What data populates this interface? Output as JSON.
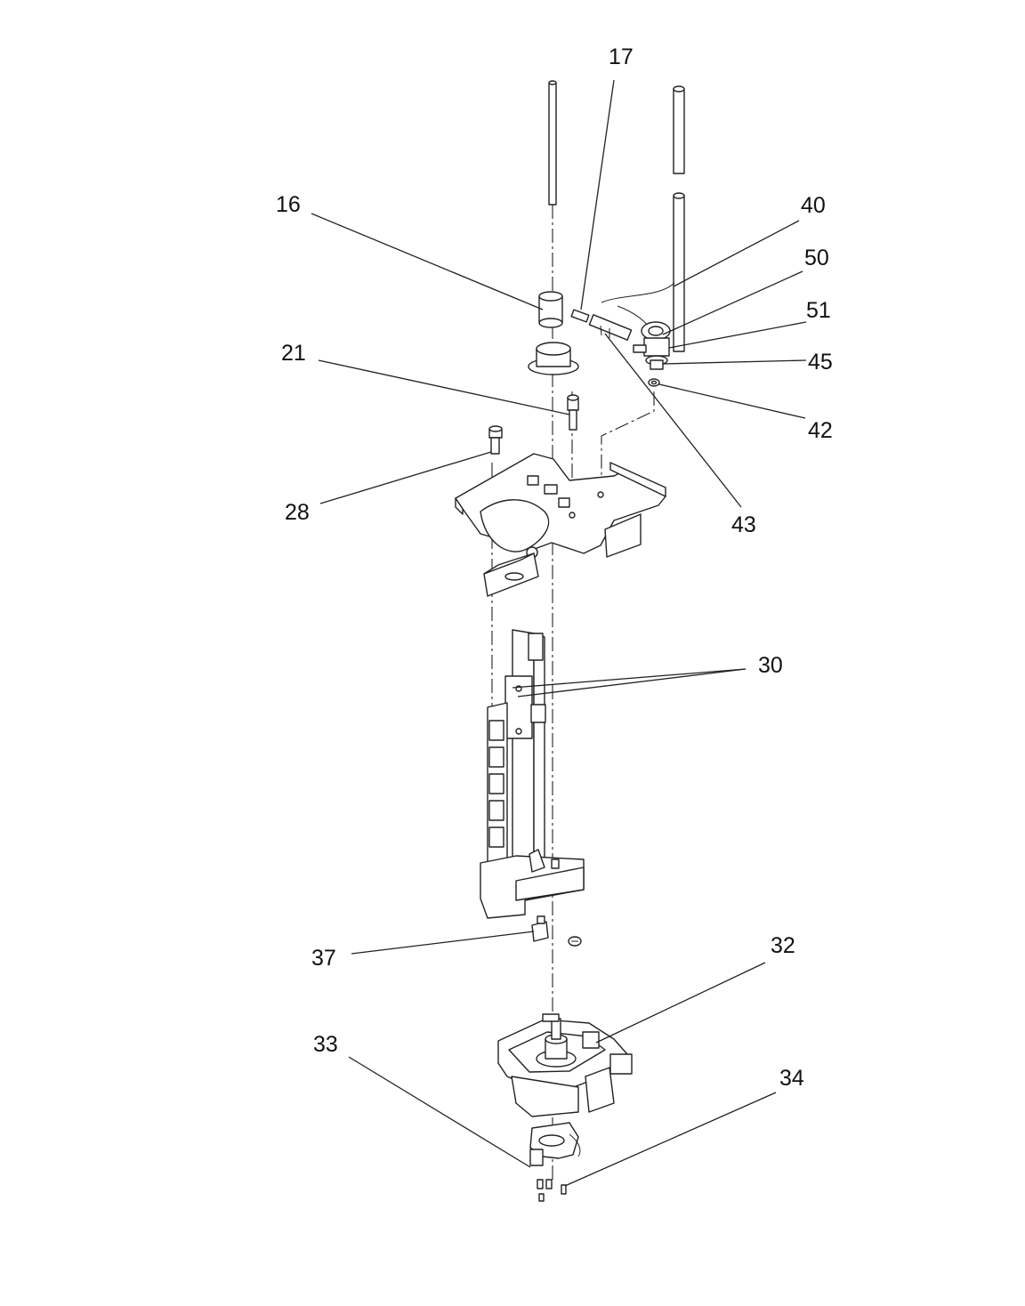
{
  "diagram": {
    "callouts": [
      {
        "id": "c17",
        "text": "17"
      },
      {
        "id": "c16",
        "text": "16"
      },
      {
        "id": "c40",
        "text": "40"
      },
      {
        "id": "c50",
        "text": "50"
      },
      {
        "id": "c51",
        "text": "51"
      },
      {
        "id": "c21",
        "text": "21"
      },
      {
        "id": "c45",
        "text": "45"
      },
      {
        "id": "c42",
        "text": "42"
      },
      {
        "id": "c28",
        "text": "28"
      },
      {
        "id": "c43",
        "text": "43"
      },
      {
        "id": "c30",
        "text": "30"
      },
      {
        "id": "c37",
        "text": "37"
      },
      {
        "id": "c32",
        "text": "32"
      },
      {
        "id": "c33",
        "text": "33"
      },
      {
        "id": "c34",
        "text": "34"
      }
    ]
  }
}
